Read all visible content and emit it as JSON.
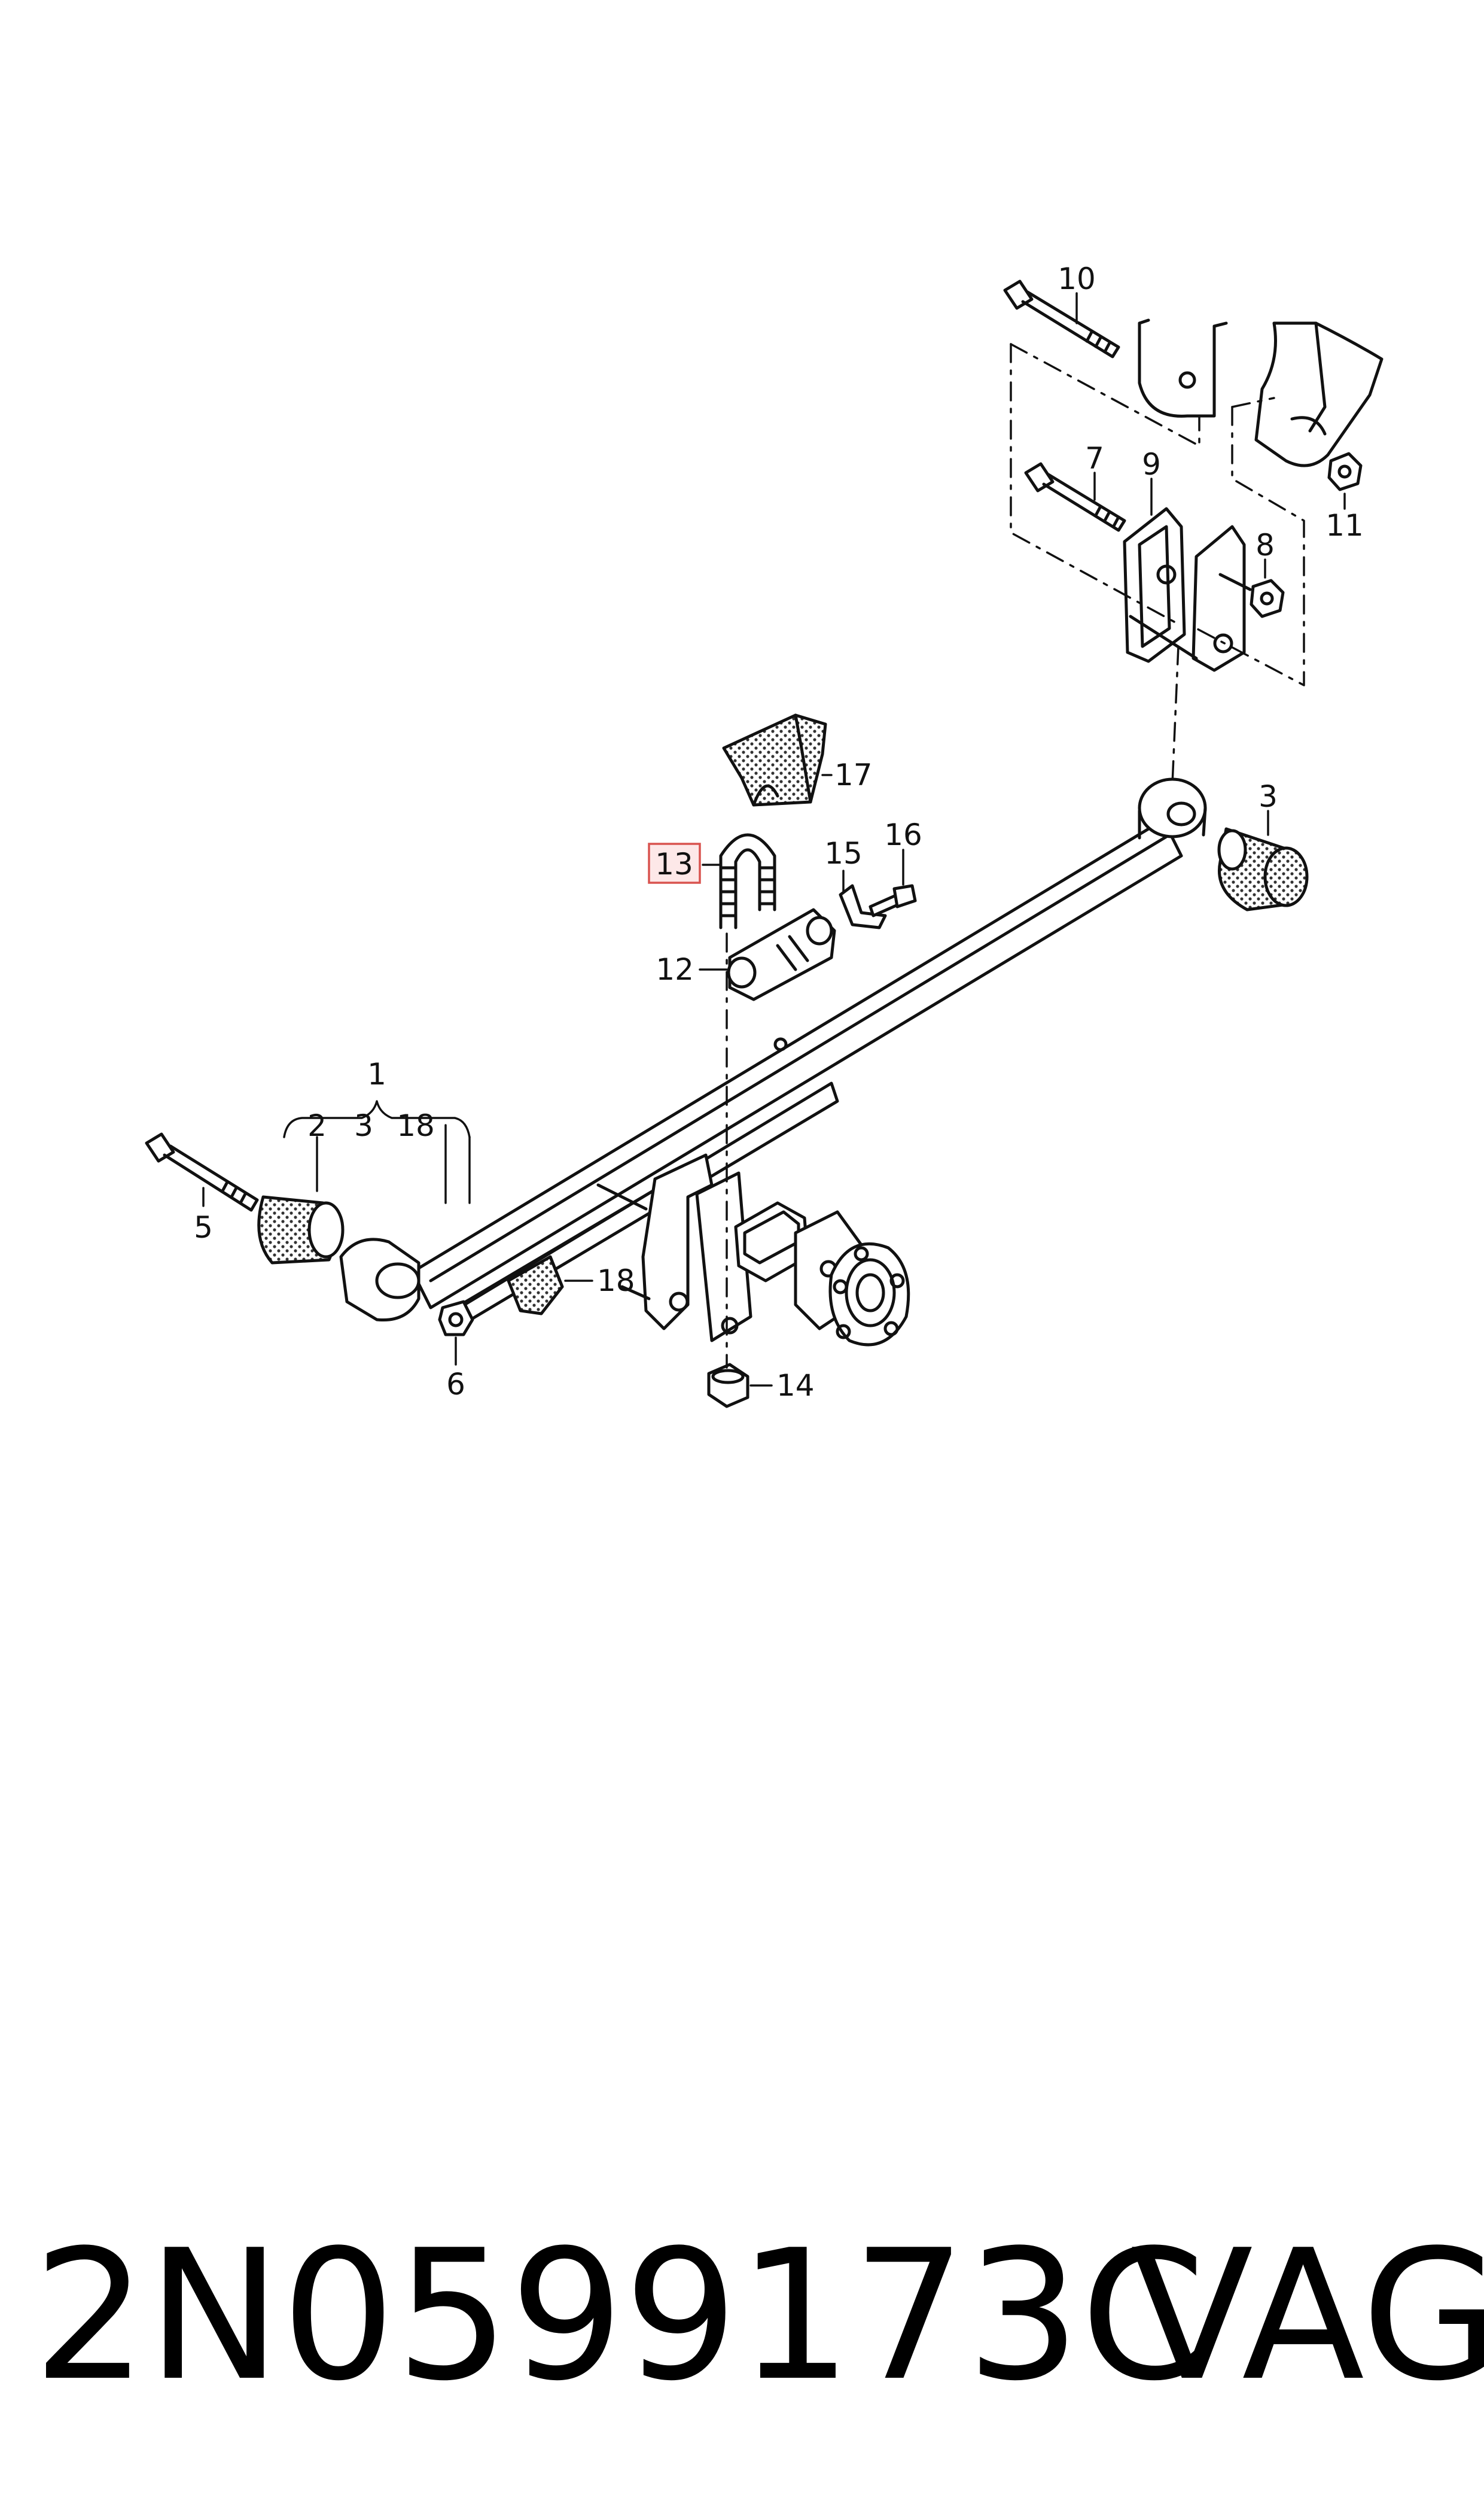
{
  "diagram": {
    "labels": [
      "1",
      "2",
      "3",
      "18",
      "5",
      "6",
      "3",
      "7",
      "8",
      "9",
      "10",
      "11",
      "12",
      "13",
      "14",
      "15",
      "16",
      "17",
      "18"
    ],
    "highlighted_label": "13",
    "colors": {
      "line": "#111111",
      "highlight_border": "#d9534f",
      "highlight_fill": "#fde8e8",
      "dots": "#444444"
    }
  },
  "caption": {
    "part_number": "2N0599173C",
    "brand": "VAG"
  }
}
